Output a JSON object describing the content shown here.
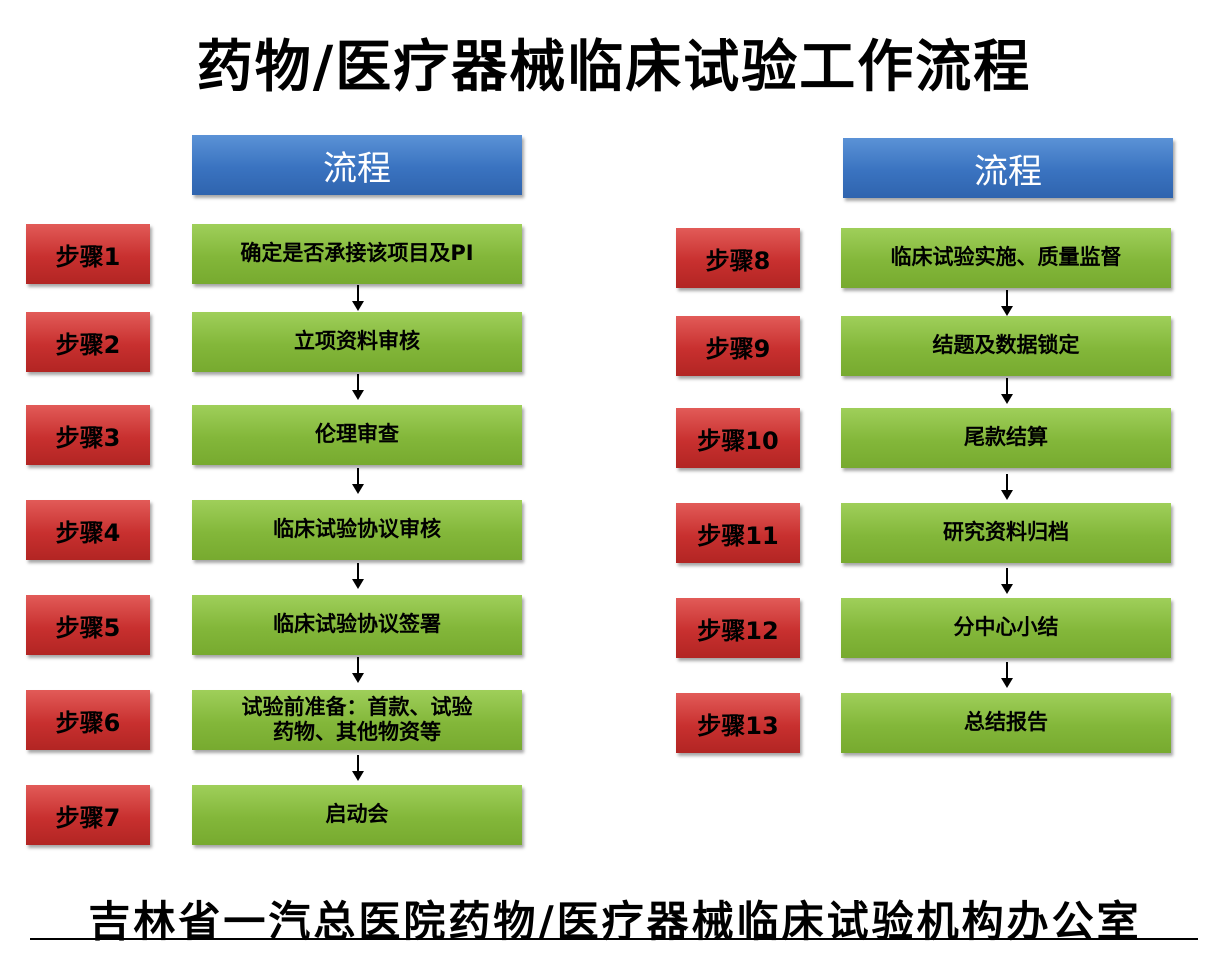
{
  "title": "药物/医疗器械临床试验工作流程",
  "left": {
    "header": "流程",
    "steps": [
      {
        "label": "步骤1",
        "text": "确定是否承接该项目及PI"
      },
      {
        "label": "步骤2",
        "text": "立项资料审核"
      },
      {
        "label": "步骤3",
        "text": "伦理审查"
      },
      {
        "label": "步骤4",
        "text": "临床试验协议审核"
      },
      {
        "label": "步骤5",
        "text": "临床试验协议签署"
      },
      {
        "label": "步骤6",
        "text": "试验前准备：首款、试验药物、其他物资等"
      },
      {
        "label": "步骤7",
        "text": "启动会"
      }
    ]
  },
  "right": {
    "header": "流程",
    "steps": [
      {
        "label": "步骤8",
        "text": "临床试验实施、质量监督"
      },
      {
        "label": "步骤9",
        "text": "结题及数据锁定"
      },
      {
        "label": "步骤10",
        "text": "尾款结算"
      },
      {
        "label": "步骤11",
        "text": "研究资料归档"
      },
      {
        "label": "步骤12",
        "text": "分中心小结"
      },
      {
        "label": "步骤13",
        "text": "总结报告"
      }
    ]
  },
  "footer": "吉林省一汽总医院药物/医疗器械临床试验机构办公室",
  "colors": {
    "header_blue": "#3a73c0",
    "step_red": "#c8302f",
    "box_green": "#83b73a"
  }
}
